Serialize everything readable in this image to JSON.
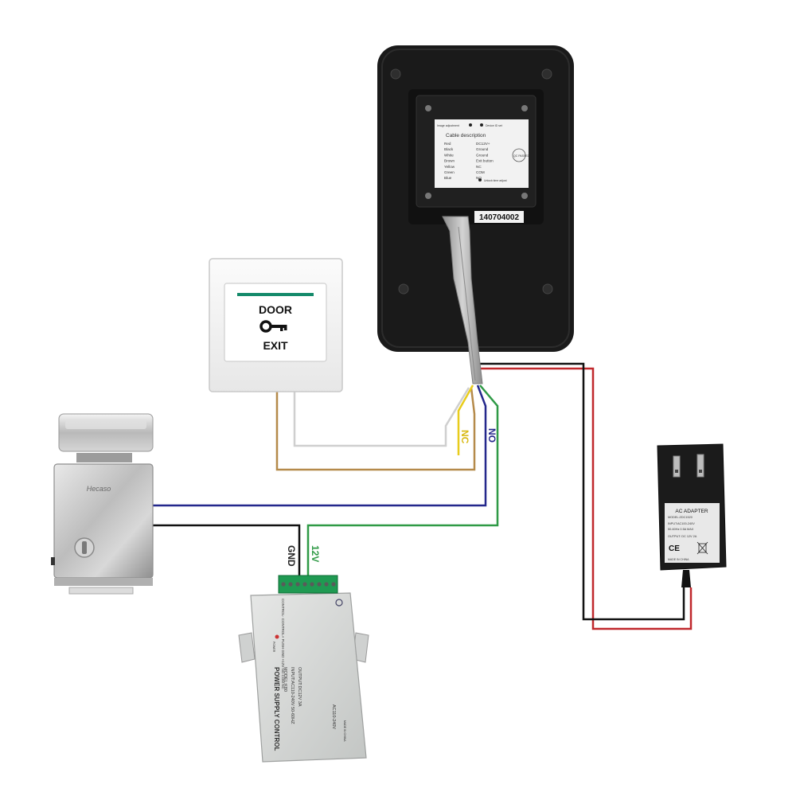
{
  "exit_button": {
    "top_label": "DOOR",
    "bottom_label": "EXIT"
  },
  "keypad_unit": {
    "serial": "140704002",
    "sticker": {
      "header_left": "Image adjustment",
      "header_right": "Device ID set",
      "title": "Cable description",
      "rows": [
        {
          "color": "Red",
          "function": "DC12V+"
        },
        {
          "color": "Black",
          "function": "Ground"
        },
        {
          "color": "White",
          "function": "Ground"
        },
        {
          "color": "Brown",
          "function": "Exit button"
        },
        {
          "color": "Yellow",
          "function": "NC"
        },
        {
          "color": "Green",
          "function": "COM"
        },
        {
          "color": "Blue",
          "function": "NO"
        }
      ],
      "qc": "QC PASSED",
      "footer": "Unlock time adjust"
    }
  },
  "wire_labels": {
    "nc": "NC",
    "no": "NO",
    "gnd": "GND",
    "v12": "12V"
  },
  "lock": {
    "brand": "Hecaso"
  },
  "power_supply": {
    "title": "POWER SUPPLY CONTROL",
    "model": "MODEL:K80",
    "input": "INPUT:AC110-240V  50-60HZ",
    "output": "OUTPUT:DC12V  3A",
    "terminals": "CONTROL- CONTROL+ PUSH GND +12V NO COM NC",
    "side": "AC110-240V",
    "made": "MADE IN CHINA",
    "power_led": "POWER"
  },
  "adapter": {
    "title": "AC ADAPTER",
    "model": "MODEL:ZDC1520",
    "input": "INPUT:AC100-240V",
    "freq": "50-60Hz 0.5A MAX",
    "output": "OUTPUT: DC 12V 2A",
    "made": "MADE IN CHINA",
    "ce": "CE"
  },
  "colors": {
    "red": "#c0282c",
    "black": "#111111",
    "white_wire": "#cfcfcf",
    "brown": "#b58a4a",
    "yellow": "#e8cc1c",
    "green": "#2f9a46",
    "blue": "#24288c",
    "grey_cable": "#a9a9a9"
  }
}
